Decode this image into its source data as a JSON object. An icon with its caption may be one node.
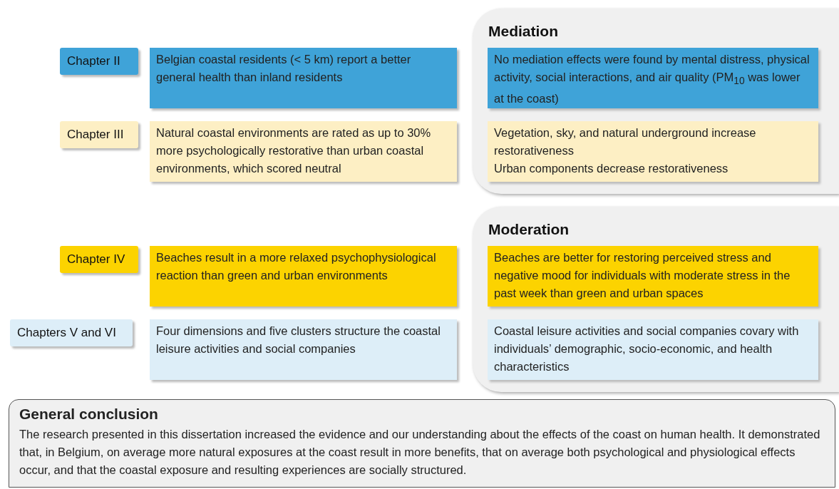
{
  "diagram": {
    "nodes": [
      {
        "text": [
          "Chapter II"
        ]
      },
      {
        "text": [
          "Belgian coastal residents (< 5 km) report a better general health than inland residents"
        ]
      },
      {
        "text": [
          "Mediation"
        ]
      },
      {
        "text": [
          "No mediation effects were found by mental distress, physical activity, social interactions, and air quality (PM$_{10}$ was lower at the coast)"
        ],
        "in": 2
      },
      {
        "text": [
          "Chapter III"
        ]
      },
      {
        "text": [
          "Natural coastal environments are rated as up to 30% more psychologically restorative than urban coastal environments, which scored neutral"
        ]
      },
      {
        "text": [
          "Vegetation, sky, and natural underground increase restorativeness",
          "Urban components decrease restorativeness"
        ],
        "in": 2
      },
      {
        "text": [
          "Moderation"
        ]
      },
      {
        "text": [
          "Chapter IV"
        ]
      },
      {
        "text": [
          "Beaches result in a more relaxed psychophysiological reaction than  green and urban environments"
        ]
      },
      {
        "text": [
          "Beaches are better for restoring perceived stress and negative mood for individuals with moderate stress in the past week than green and urban spaces"
        ],
        "in": 7
      },
      {
        "text": [
          "Chapters V and VI"
        ]
      },
      {
        "text": [
          "Four dimensions and five clusters structure the coastal leisure activities and social companies"
        ]
      },
      {
        "text": [
          "Coastal leisure activities and social companies covary with individuals’ demographic, socio-economic, and health characteristics"
        ],
        "in": 7
      },
      {
        "text": [
          "General conclusion",
          "The research presented in this dissertation increased the evidence and our understanding about the effects of the coast on human health. It demonstrated that, in Belgium, on average more natural exposures at the coast result in more benefits, that on average both psychological and physiological effects occur, and that the coastal exposure and resulting experiences are socially structured."
        ]
      }
    ]
  }
}
